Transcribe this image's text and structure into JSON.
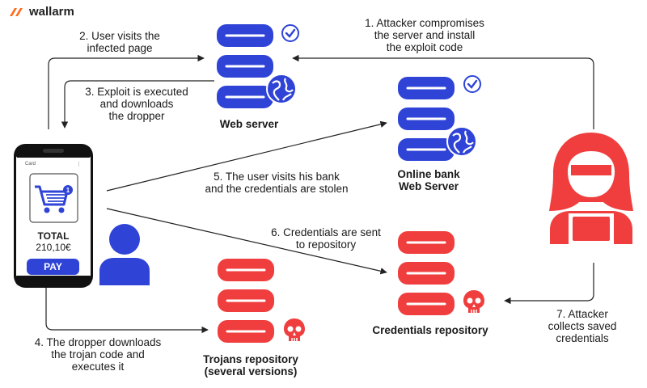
{
  "brand": {
    "name": "wallarm",
    "accent": "#ff6a1a"
  },
  "colors": {
    "blue": "#2f44d6",
    "red": "#f03e3e",
    "arrow": "#222222"
  },
  "steps": {
    "s1": [
      "1. Attacker compromises",
      "the server and install",
      "the exploit code"
    ],
    "s2": [
      "2. User visits the",
      "infected page"
    ],
    "s3": [
      "3. Exploit is executed",
      "and downloads",
      "the dropper"
    ],
    "s4": [
      "4. The dropper downloads",
      "the trojan code and",
      "executes it"
    ],
    "s5": [
      "5. The user visits his bank",
      "and the credentials are stolen"
    ],
    "s6": [
      "6. Credentials are sent",
      "to repository"
    ],
    "s7": [
      "7. Attacker",
      "collects saved",
      "credentials"
    ]
  },
  "nodes": {
    "web_server": "Web server",
    "bank_server": [
      "Online bank",
      "Web Server"
    ],
    "cred_repo": "Credentials repository",
    "trojan_repo": [
      "Trojans repository",
      "(several versions)"
    ]
  },
  "phone": {
    "card_label": "Card",
    "cart_count": "1",
    "total_label": "TOTAL",
    "amount": "210,10€",
    "pay_label": "PAY"
  },
  "icons": [
    "wallarm-logo-icon",
    "database-icon",
    "checkmark-icon",
    "globe-icon",
    "skull-icon",
    "smartphone-icon",
    "shopping-cart-icon",
    "user-icon",
    "hacker-icon"
  ]
}
